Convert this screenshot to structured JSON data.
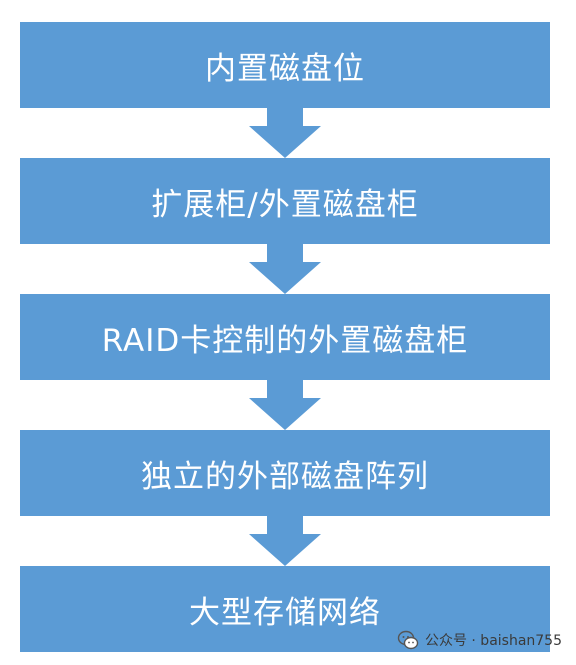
{
  "steps": [
    {
      "label": "内置磁盘位"
    },
    {
      "label": "扩展柜/外置磁盘柜"
    },
    {
      "label": "RAID卡控制的外置磁盘柜"
    },
    {
      "label": "独立的外部磁盘阵列"
    },
    {
      "label": "大型存储网络"
    }
  ],
  "watermark": {
    "icon": "wechat-icon",
    "text": "公众号 · baishan755"
  },
  "colors": {
    "box_fill": "#5b9bd5",
    "box_text": "#ffffff",
    "arrow_fill": "#5b9bd5",
    "watermark_text": "#3a3a3a"
  }
}
